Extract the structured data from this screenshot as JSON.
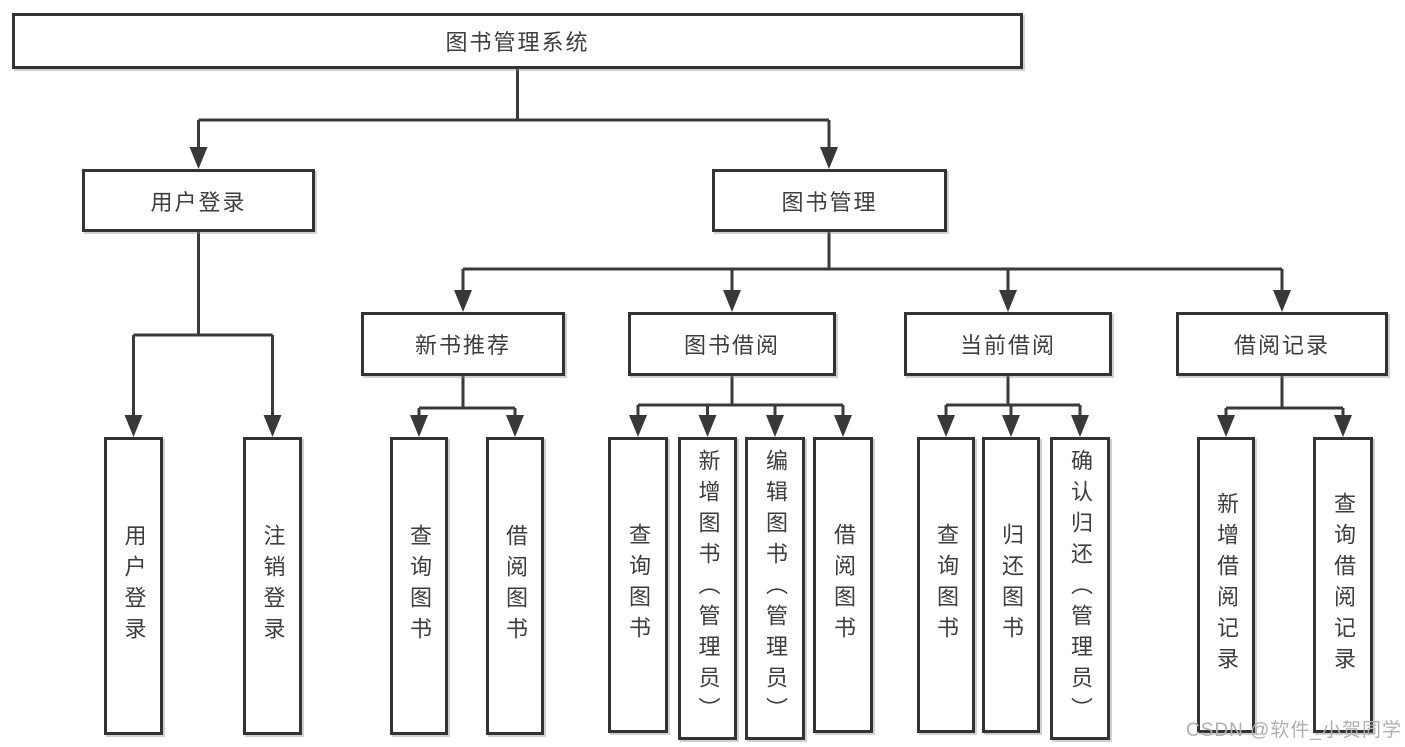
{
  "diagram": {
    "root": {
      "label": "图书管理系统"
    },
    "branches": [
      {
        "label": "用户登录",
        "children": [
          {
            "label": "用户登录"
          },
          {
            "label": "注销登录"
          }
        ]
      },
      {
        "label": "图书管理",
        "children": [
          {
            "label": "新书推荐",
            "children": [
              {
                "label": "查询图书"
              },
              {
                "label": "借阅图书"
              }
            ]
          },
          {
            "label": "图书借阅",
            "children": [
              {
                "label": "查询图书"
              },
              {
                "label": "新增图书（管理员）"
              },
              {
                "label": "编辑图书（管理员）"
              },
              {
                "label": "借阅图书"
              }
            ]
          },
          {
            "label": "当前借阅",
            "children": [
              {
                "label": "查询图书"
              },
              {
                "label": "归还图书"
              },
              {
                "label": "确认归还（管理员）"
              }
            ]
          },
          {
            "label": "借阅记录",
            "children": [
              {
                "label": "新增借阅记录"
              },
              {
                "label": "查询借阅记录"
              }
            ]
          }
        ]
      }
    ]
  },
  "watermark": {
    "text": "CSDN @软件_小贺同学"
  },
  "colors": {
    "line": "#3a3a3a",
    "box_border": "#333333",
    "text": "#3d3d3d",
    "watermark": "#b0b0b0",
    "background": "#ffffff"
  }
}
